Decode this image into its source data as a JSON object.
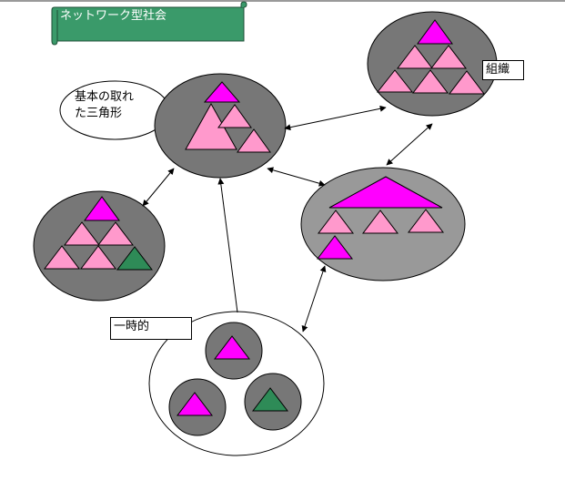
{
  "title": "ネットワーク型社会",
  "callout": {
    "line1": "基本の取れ",
    "line2": "た三角形"
  },
  "labels": {
    "organization": "組織",
    "temporary": "一時的"
  },
  "colors": {
    "banner": "#3a9a6a",
    "node_fill": "#777777",
    "node_fill_light": "#999999",
    "tri_pink": "#ff99cc",
    "tri_magenta": "#ff00ff",
    "tri_green": "#2e8b57"
  }
}
